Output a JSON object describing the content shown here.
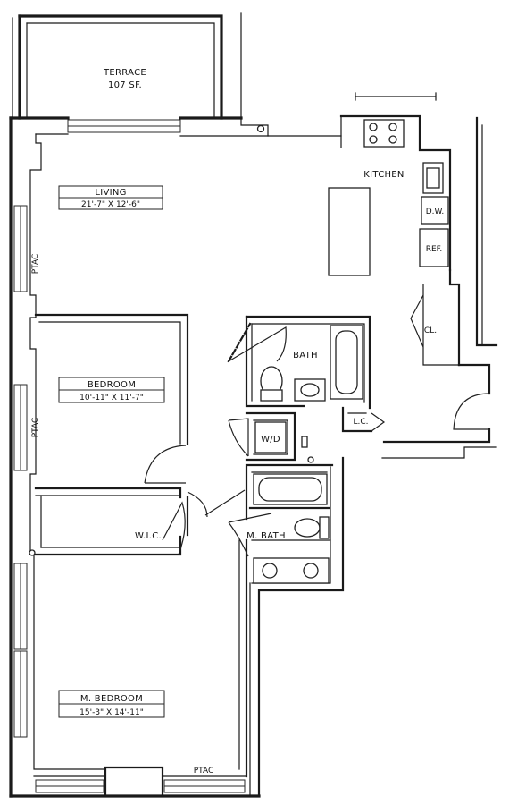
{
  "rooms": {
    "terrace": {
      "name": "TERRACE",
      "area": "107 SF."
    },
    "living": {
      "name": "LIVING",
      "size": "21'-7\" X 12'-6\""
    },
    "kitchen": {
      "name": "KITCHEN"
    },
    "dishwasher": {
      "name": "D.W."
    },
    "refrigerator": {
      "name": "REF."
    },
    "closet": {
      "name": "CL."
    },
    "bath": {
      "name": "BATH"
    },
    "linen_closet": {
      "name": "L.C."
    },
    "washer_dryer": {
      "name": "W/D"
    },
    "bedroom": {
      "name": "BEDROOM",
      "size": "10'-11\" X 11'-7\""
    },
    "walk_in_closet": {
      "name": "W.I.C."
    },
    "master_bath": {
      "name": "M. BATH"
    },
    "master_bedroom": {
      "name": "M. BEDROOM",
      "size": "15'-3\" X 14'-11\""
    }
  },
  "ptac": {
    "living": "PTAC",
    "bedroom": "PTAC",
    "master_bedroom": "PTAC"
  }
}
